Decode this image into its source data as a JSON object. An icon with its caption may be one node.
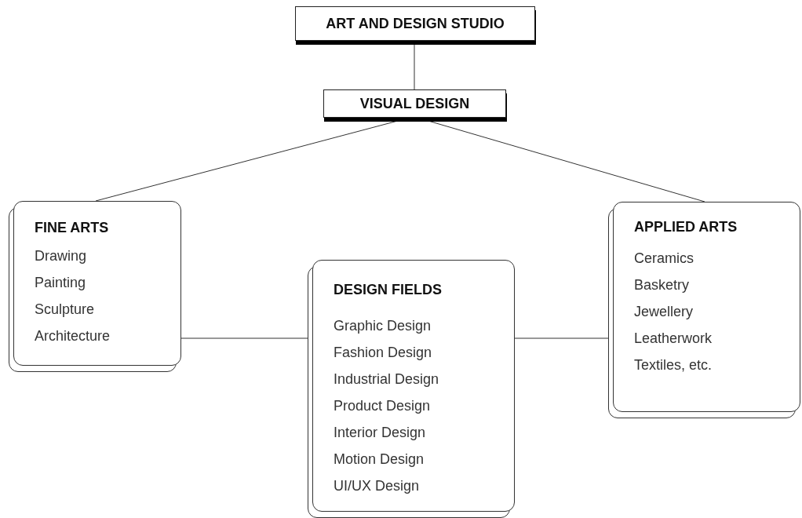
{
  "diagram": {
    "nodes": [
      {
        "text": [
          "ART AND DESIGN STUDIO"
        ]
      },
      {
        "text": [
          "VISUAL DESIGN"
        ]
      },
      {
        "text": [
          "FINE ARTS",
          "Drawing",
          "Painting",
          "Sculpture",
          "Architecture"
        ]
      },
      {
        "text": [
          "DESIGN FIELDS",
          "Graphic Design",
          "Fashion Design",
          "Industrial Design",
          "Product Design",
          "Interior Design",
          "Motion Design",
          "UI/UX Design"
        ]
      },
      {
        "text": [
          "APPLIED ARTS",
          "Ceramics",
          "Basketry",
          "Jewellery",
          "Leatherwork",
          "Textiles, etc."
        ]
      }
    ],
    "edges": [
      {
        "from": 0,
        "to": 1,
        "arrow": "none"
      },
      {
        "from": 1,
        "to": 2,
        "arrow": "none"
      },
      {
        "from": 1,
        "to": 4,
        "arrow": "none"
      },
      {
        "from": 2,
        "to": 3,
        "arrow": "none"
      },
      {
        "from": 3,
        "to": 4,
        "arrow": "none"
      }
    ]
  }
}
